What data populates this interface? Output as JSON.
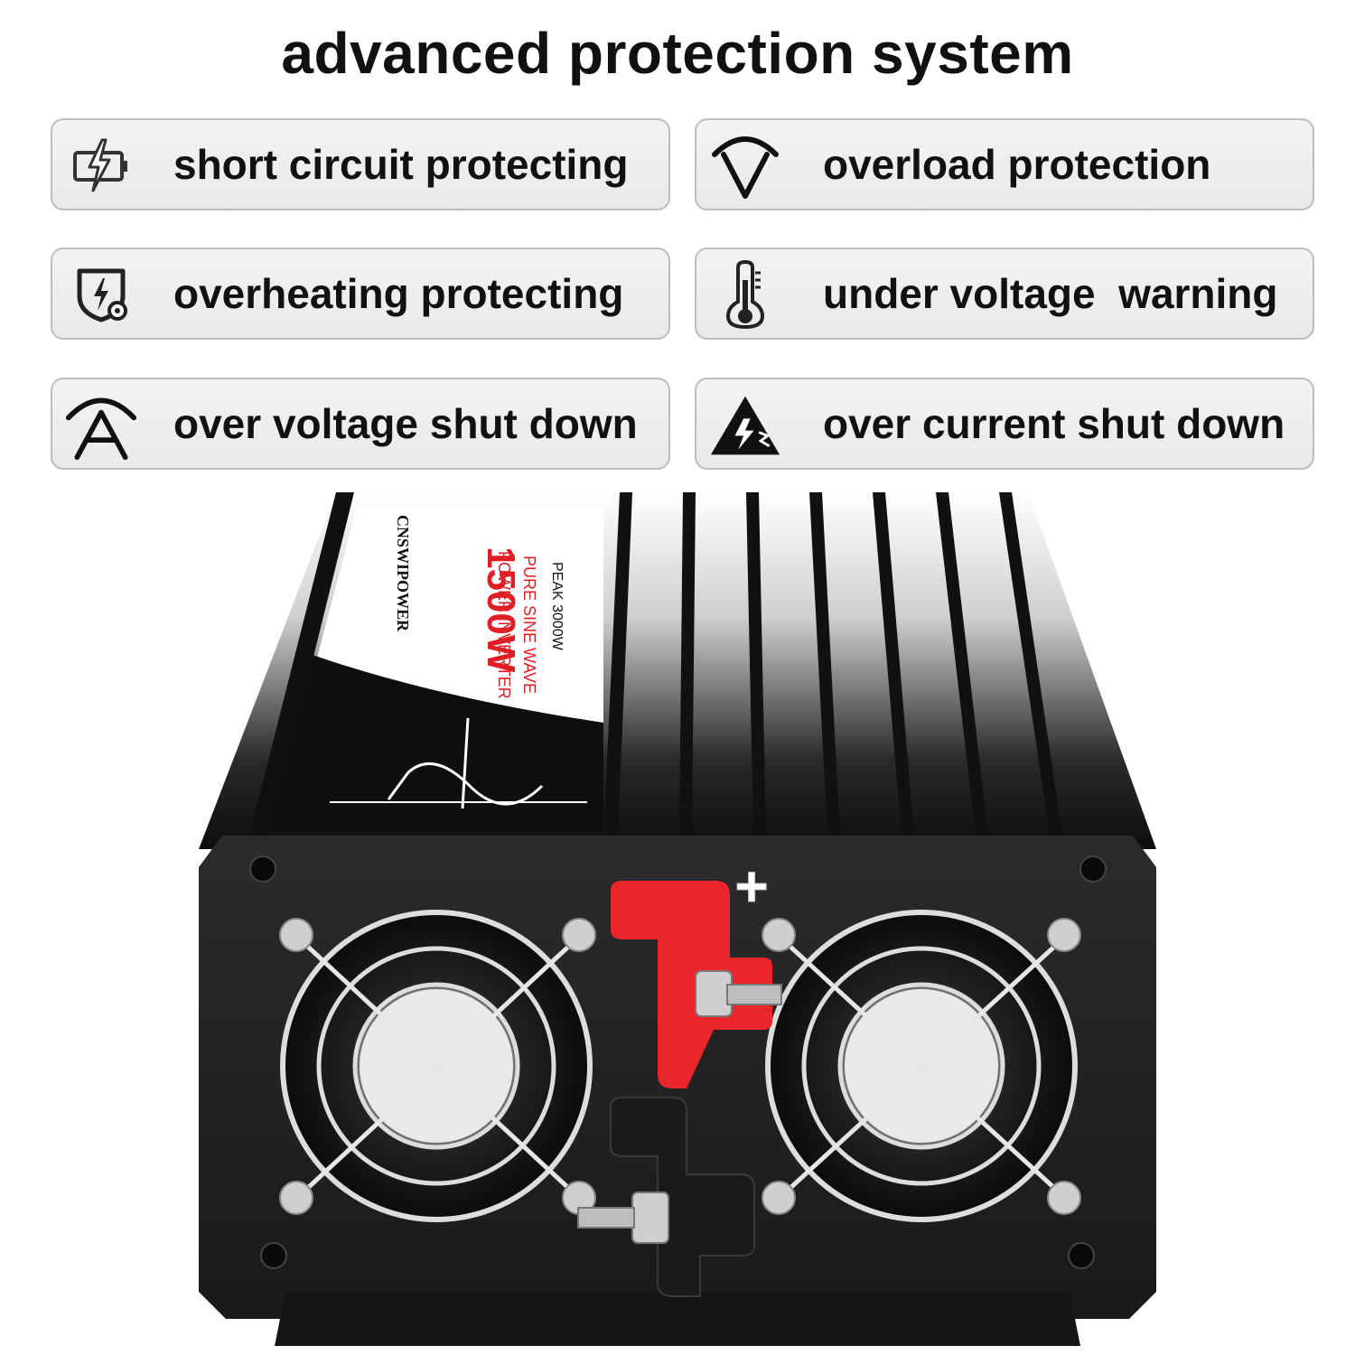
{
  "title": "advanced protection system",
  "features": [
    {
      "label": "short circuit protecting",
      "icon": "battery-bolt-icon"
    },
    {
      "label": "overload protection",
      "icon": "arc-v-icon"
    },
    {
      "label": "overheating protecting",
      "icon": "shield-bolt-icon"
    },
    {
      "label": "under voltage  warning",
      "icon": "thermometer-icon"
    },
    {
      "label": "over voltage shut down",
      "icon": "arc-a-icon"
    },
    {
      "label": "over current shut down",
      "icon": "warning-bolt-icon"
    }
  ],
  "product": {
    "brand": "CNSWIPOWER",
    "wattage": "1500W",
    "line1": "POWER INVERTER",
    "line2": "PURE SINE WAVE",
    "peak": "PEAK 3000W",
    "terminal_positive": "+"
  },
  "colors": {
    "title": "#111111",
    "box_border": "#bdbdbd",
    "box_fill": "#eeeeee",
    "terminal_red": "#e8262b",
    "terminal_black": "#1a1a1a",
    "wattage_red": "#e01e25"
  }
}
